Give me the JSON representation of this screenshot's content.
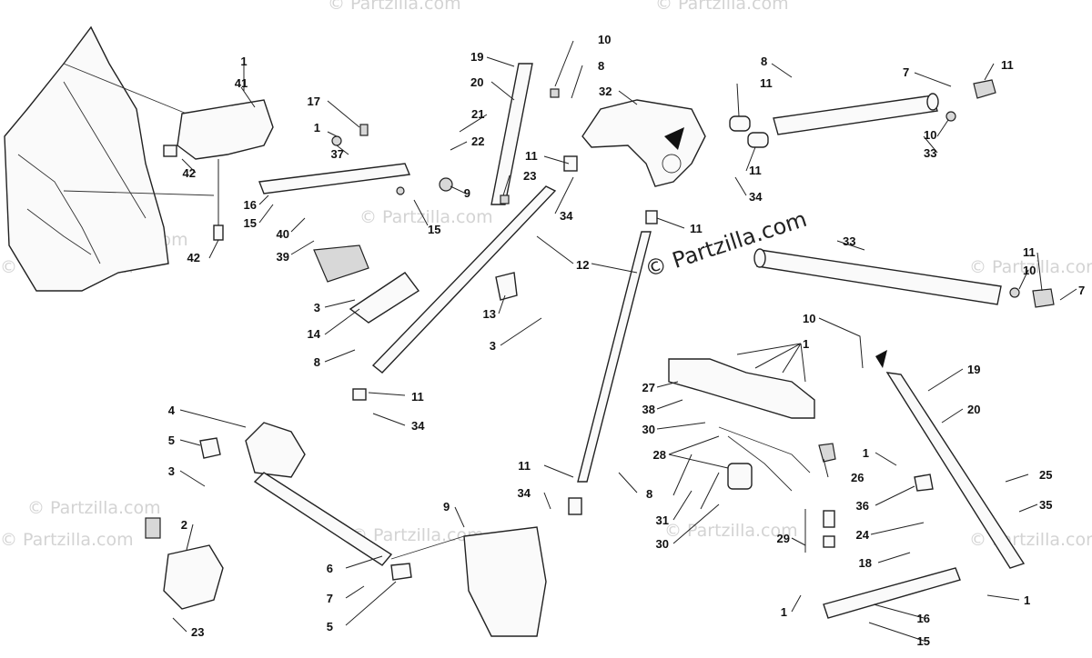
{
  "watermark": {
    "main": "© Partzilla.com",
    "repeat": "© Partzilla.com"
  },
  "callouts": {
    "c1a": "1",
    "c41": "41",
    "c42a": "42",
    "c42b": "42",
    "c17": "17",
    "c1b": "1",
    "c37": "37",
    "c16a": "16",
    "c15a": "15",
    "c40": "40",
    "c39": "39",
    "c9a": "9",
    "c15b": "15",
    "c21": "21",
    "c22": "22",
    "c23a": "23",
    "c19a": "19",
    "c20a": "20",
    "c10a": "10",
    "c8a": "8",
    "c32": "32",
    "c11a": "11",
    "c34a": "34",
    "c11b": "11",
    "c12": "12",
    "c8b": "8",
    "c11c": "11",
    "c11d": "11",
    "c7a": "7",
    "c10b": "10",
    "c33a": "33",
    "c11e": "11",
    "c34b": "34",
    "c33b": "33",
    "c11f": "11",
    "c10c": "10",
    "c7b": "7",
    "c3a": "3",
    "c14": "14",
    "c8c": "8",
    "c13": "13",
    "c3b": "3",
    "c11g": "11",
    "c34c": "34",
    "c10d": "10",
    "c1c": "1",
    "c19b": "19",
    "c20b": "20",
    "c27": "27",
    "c38": "38",
    "c30a": "30",
    "c28": "28",
    "c26": "26",
    "c1d": "1",
    "c25": "25",
    "c36": "36",
    "c35": "35",
    "c24": "24",
    "c31": "31",
    "c30b": "30",
    "c29": "29",
    "c18": "18",
    "c1e": "1",
    "c1f": "1",
    "c16b": "16",
    "c15c": "15",
    "c11h": "11",
    "c34d": "34",
    "c8d": "8",
    "c9b": "9",
    "c4": "4",
    "c5a": "5",
    "c3c": "3",
    "c2": "2",
    "c6": "6",
    "c7c": "7",
    "c5b": "5",
    "c23b": "23"
  },
  "icons": {
    "pointer_marker": "black-triangle-pointer-icon"
  },
  "colors": {
    "ink": "#222222",
    "watermark": "#d3d3d3",
    "background": "#ffffff"
  }
}
